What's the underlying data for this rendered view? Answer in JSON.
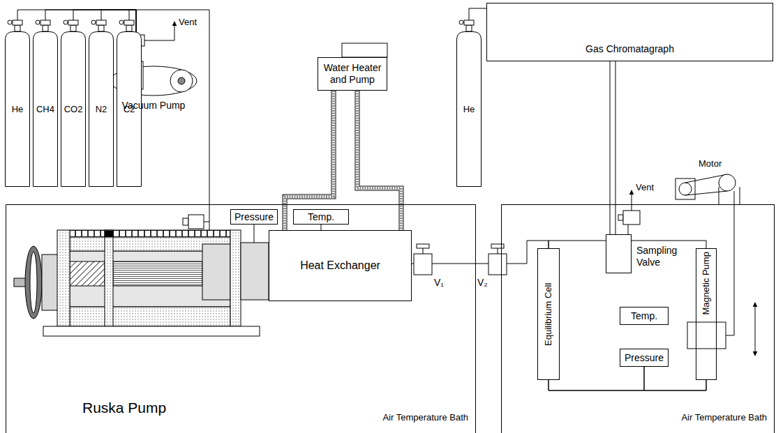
{
  "diagram": {
    "nodes": [
      {
        "text": [
          "He"
        ]
      },
      {
        "text": [
          "CH4"
        ]
      },
      {
        "text": [
          "CO2"
        ]
      },
      {
        "text": [
          "N2"
        ]
      },
      {
        "text": [
          "C2"
        ]
      },
      {
        "text": [
          "Vacuum Pump"
        ]
      },
      {
        "text": [
          "Water Heater and Pump"
        ]
      },
      {
        "text": [
          "He"
        ]
      },
      {
        "text": [
          "Gas Chromatagraph"
        ]
      },
      {
        "text": [
          "Air Temperature Bath"
        ]
      },
      {
        "text": [
          "Pressure"
        ],
        "in": 9
      },
      {
        "text": [
          "Temp."
        ],
        "in": 9
      },
      {
        "text": [
          "Heat Exchanger"
        ],
        "in": 9
      },
      {
        "text": [
          "Air Temperature Bath"
        ]
      },
      {
        "text": [
          "Equilibrium Cell"
        ],
        "in": 13
      },
      {
        "text": [
          "Sampling Valve"
        ],
        "in": 13
      },
      {
        "text": [
          "Temp."
        ],
        "in": 13
      },
      {
        "text": [
          "Pressure"
        ],
        "in": 13
      },
      {
        "text": [
          "Magnetic Pump"
        ],
        "in": 13
      }
    ],
    "edges": [
      {
        "from": 0,
        "to": 5,
        "arrow": "none"
      },
      {
        "from": 1,
        "to": 5,
        "arrow": "none"
      },
      {
        "from": 2,
        "to": 5,
        "arrow": "none"
      },
      {
        "from": 3,
        "to": 5,
        "arrow": "none"
      },
      {
        "from": 4,
        "to": 5,
        "arrow": "none"
      },
      {
        "from": 6,
        "to": 12,
        "arrow": "none"
      },
      {
        "from": 6,
        "to": 12,
        "arrow": "none"
      },
      {
        "from": 11,
        "to": 12,
        "arrow": "none"
      },
      {
        "from": 12,
        "to": 14,
        "arrow": "none"
      },
      {
        "from": 7,
        "to": 8,
        "arrow": "none"
      },
      {
        "from": 8,
        "to": 15,
        "arrow": "none"
      },
      {
        "from": 8,
        "to": 15,
        "arrow": "none"
      },
      {
        "from": 14,
        "to": 15,
        "arrow": "none"
      },
      {
        "from": 15,
        "to": 18,
        "arrow": "none"
      },
      {
        "from": 14,
        "to": 18,
        "arrow": "none"
      },
      {
        "from": 17,
        "to": 14,
        "arrow": "none"
      },
      {
        "from": 17,
        "to": 18,
        "arrow": "none"
      }
    ],
    "labels": [
      "Vent",
      "Vent",
      "Motor",
      "Ruska Pump",
      "V₁",
      "V₂"
    ]
  }
}
